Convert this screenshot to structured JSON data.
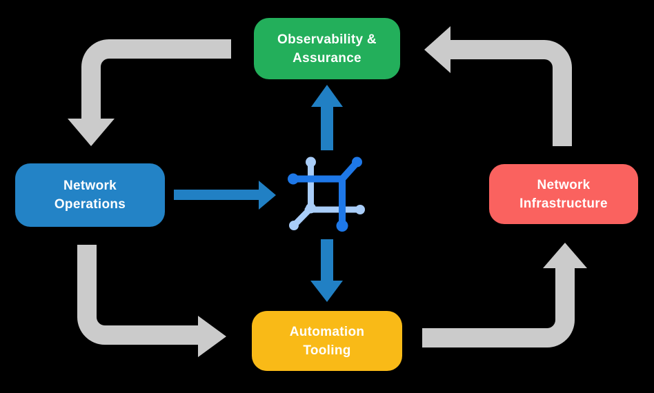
{
  "diagram": {
    "title": "Network automation lifecycle diagram",
    "center_icon": "network-automation-icon",
    "nodes": [
      {
        "id": "observability-assurance",
        "lines": [
          "Observability &",
          "Assurance"
        ],
        "color": "#23AF5B"
      },
      {
        "id": "network-operations",
        "lines": [
          "Network",
          "Operations"
        ],
        "color": "#2383C6"
      },
      {
        "id": "network-infrastructure",
        "lines": [
          "Network",
          "Infrastructure"
        ],
        "color": "#FA625F"
      },
      {
        "id": "automation-tooling",
        "lines": [
          "Automation",
          "Tooling"
        ],
        "color": "#F9BA17"
      }
    ],
    "colors": {
      "background": "#000000",
      "label_text": "#FFFFFF",
      "cycle_arrow_gray": "#CBCBCB",
      "flow_arrow_blue": "#2180C4",
      "icon_dark_blue": "#1E78E8",
      "icon_light_blue": "#A9CDF8"
    }
  }
}
